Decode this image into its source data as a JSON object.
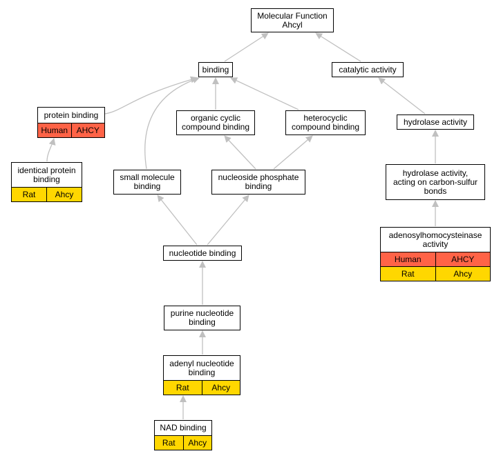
{
  "diagram": {
    "colors": {
      "edge": "#c0c0c0",
      "human": "#ff6347",
      "rat": "#ffd700",
      "border": "#000000"
    },
    "nodes": {
      "molecular_function": {
        "label": "Molecular Function\nAhcyl"
      },
      "binding": {
        "label": "binding"
      },
      "catalytic_activity": {
        "label": "catalytic activity"
      },
      "protein_binding": {
        "label": "protein binding",
        "species": [
          {
            "org": "Human",
            "gene": "AHCY"
          }
        ]
      },
      "organic_cyclic": {
        "label": "organic cyclic\ncompound binding"
      },
      "heterocyclic": {
        "label": "heterocyclic\ncompound binding"
      },
      "hydrolase_activity": {
        "label": "hydrolase activity"
      },
      "identical_protein": {
        "label": "identical protein\nbinding",
        "species": [
          {
            "org": "Rat",
            "gene": "Ahcy"
          }
        ]
      },
      "small_molecule": {
        "label": "small molecule\nbinding"
      },
      "nucleoside_phosphate": {
        "label": "nucleoside phosphate\nbinding"
      },
      "hydrolase_carbon_sulfur": {
        "label": "hydrolase activity,\nacting on carbon-sulfur\nbonds"
      },
      "adenosylhomocysteinase": {
        "label": "adenosylhomocysteinase\nactivity",
        "species": [
          {
            "org": "Human",
            "gene": "AHCY"
          },
          {
            "org": "Rat",
            "gene": "Ahcy"
          }
        ]
      },
      "nucleotide_binding": {
        "label": "nucleotide binding"
      },
      "purine_nucleotide": {
        "label": "purine nucleotide\nbinding"
      },
      "adenyl_nucleotide": {
        "label": "adenyl nucleotide\nbinding",
        "species": [
          {
            "org": "Rat",
            "gene": "Ahcy"
          }
        ]
      },
      "nad_binding": {
        "label": "NAD binding",
        "species": [
          {
            "org": "Rat",
            "gene": "Ahcy"
          }
        ]
      }
    },
    "edges": [
      {
        "from": "binding",
        "to": "molecular_function"
      },
      {
        "from": "catalytic_activity",
        "to": "molecular_function"
      },
      {
        "from": "protein_binding",
        "to": "binding"
      },
      {
        "from": "organic_cyclic",
        "to": "binding"
      },
      {
        "from": "heterocyclic",
        "to": "binding"
      },
      {
        "from": "small_molecule",
        "to": "binding"
      },
      {
        "from": "hydrolase_activity",
        "to": "catalytic_activity"
      },
      {
        "from": "identical_protein",
        "to": "protein_binding"
      },
      {
        "from": "nucleoside_phosphate",
        "to": "organic_cyclic"
      },
      {
        "from": "nucleoside_phosphate",
        "to": "heterocyclic"
      },
      {
        "from": "hydrolase_carbon_sulfur",
        "to": "hydrolase_activity"
      },
      {
        "from": "adenosylhomocysteinase",
        "to": "hydrolase_carbon_sulfur"
      },
      {
        "from": "nucleotide_binding",
        "to": "small_molecule"
      },
      {
        "from": "nucleotide_binding",
        "to": "nucleoside_phosphate"
      },
      {
        "from": "purine_nucleotide",
        "to": "nucleotide_binding"
      },
      {
        "from": "adenyl_nucleotide",
        "to": "purine_nucleotide"
      },
      {
        "from": "nad_binding",
        "to": "adenyl_nucleotide"
      }
    ]
  }
}
